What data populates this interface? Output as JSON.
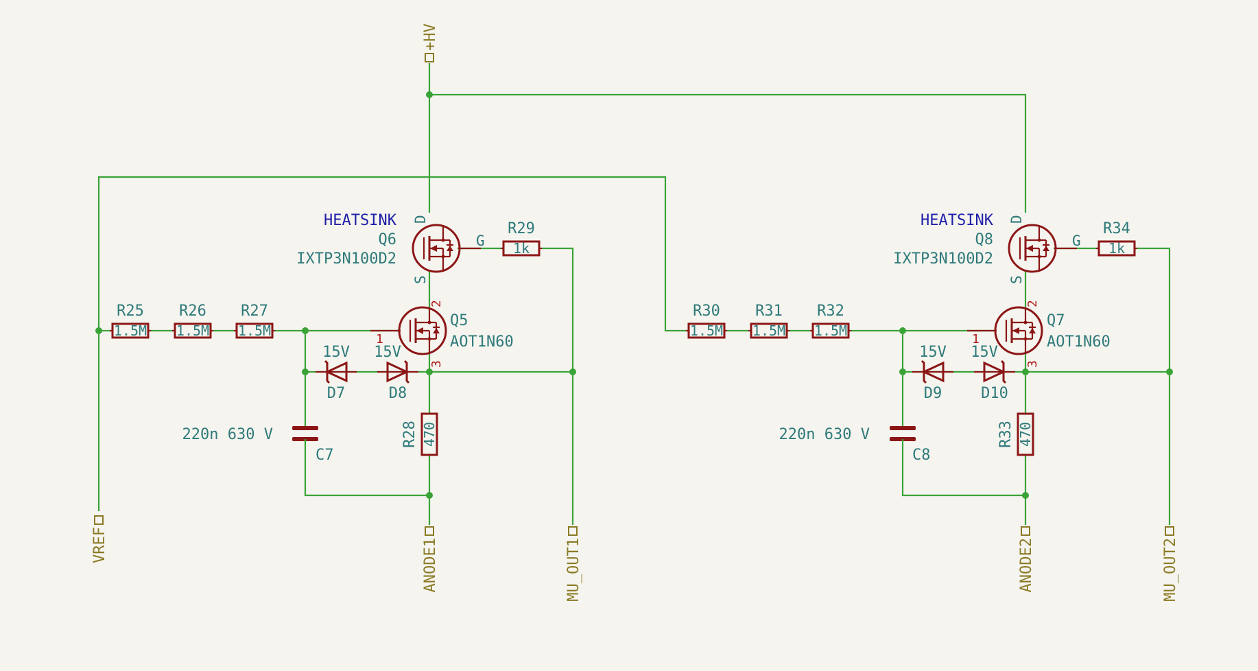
{
  "ports": {
    "hv": "+HV",
    "vref": "VREF",
    "anode1": "ANODE1",
    "mu_out1": "MU_OUT1",
    "anode2": "ANODE2",
    "mu_out2": "MU_OUT2"
  },
  "stage1": {
    "R25": {
      "ref": "R25",
      "value": "1.5M"
    },
    "R26": {
      "ref": "R26",
      "value": "1.5M"
    },
    "R27": {
      "ref": "R27",
      "value": "1.5M"
    },
    "R28": {
      "ref": "R28",
      "value": "470"
    },
    "R29": {
      "ref": "R29",
      "value": "1k"
    },
    "C7": {
      "ref": "C7",
      "value": "220n 630 V"
    },
    "D7": {
      "ref": "D7",
      "value": "15V"
    },
    "D8": {
      "ref": "D8",
      "value": "15V"
    },
    "Q5": {
      "ref": "Q5",
      "value": "AOT1N60",
      "pin1": "1",
      "pin2": "2",
      "pin3": "3"
    },
    "Q6": {
      "ref": "Q6",
      "value": "IXTP3N100D2",
      "field": "HEATSINK",
      "d": "D",
      "g": "G",
      "s": "S"
    }
  },
  "stage2": {
    "R30": {
      "ref": "R30",
      "value": "1.5M"
    },
    "R31": {
      "ref": "R31",
      "value": "1.5M"
    },
    "R32": {
      "ref": "R32",
      "value": "1.5M"
    },
    "R33": {
      "ref": "R33",
      "value": "470"
    },
    "R34": {
      "ref": "R34",
      "value": "1k"
    },
    "C8": {
      "ref": "C8",
      "value": "220n 630 V"
    },
    "D9": {
      "ref": "D9",
      "value": "15V"
    },
    "D10": {
      "ref": "D10",
      "value": "15V"
    },
    "Q7": {
      "ref": "Q7",
      "value": "AOT1N60",
      "pin1": "1",
      "pin2": "2",
      "pin3": "3"
    },
    "Q8": {
      "ref": "Q8",
      "value": "IXTP3N100D2",
      "field": "HEATSINK",
      "d": "D",
      "g": "G",
      "s": "S"
    }
  },
  "colors": {
    "background": "#f5f4ef",
    "wire": "#3aa338",
    "component": "#8c1616",
    "label": "#2f7a7a",
    "port": "#8a7a24",
    "field": "#1f1fa8"
  }
}
